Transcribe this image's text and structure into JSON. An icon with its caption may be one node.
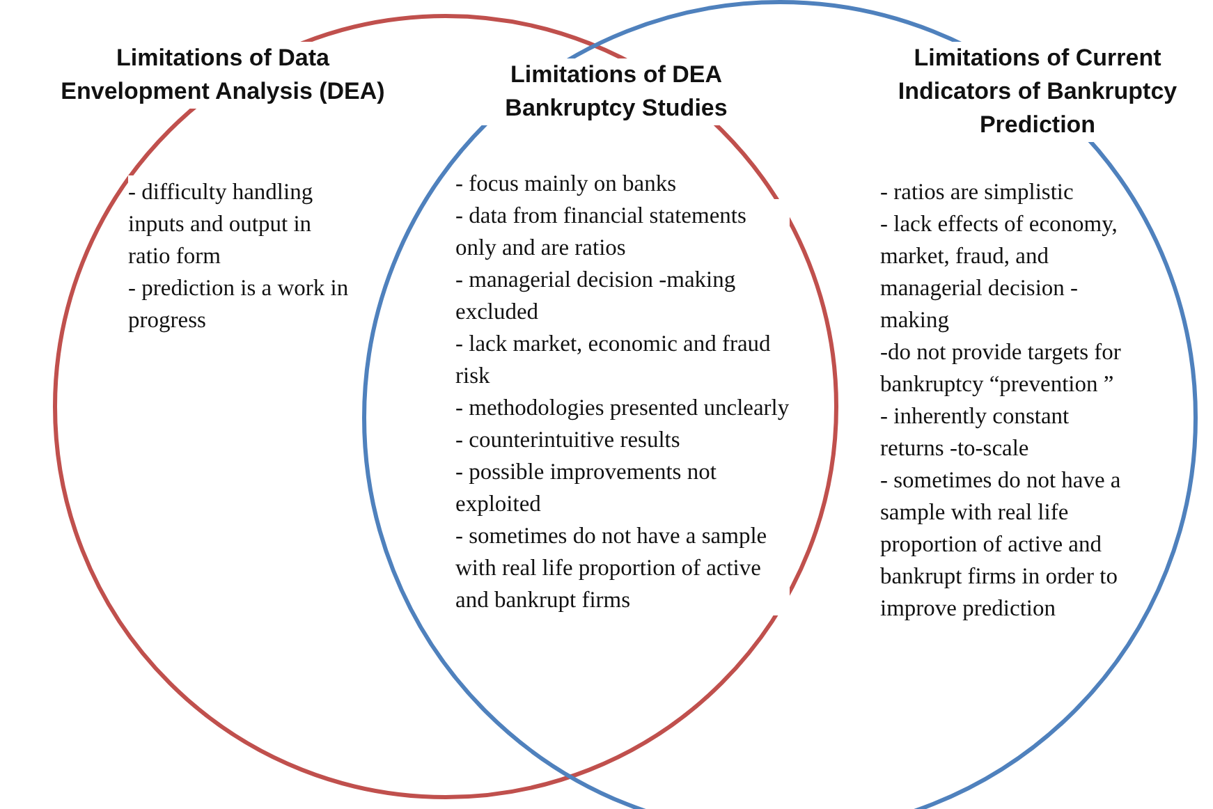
{
  "diagram": {
    "nodes": [
      {
        "text": [
          "Limitations of Data Envelopment Analysis (DEA)",
          "- difficulty handling inputs and output in ratio form",
          "- prediction is a work in progress"
        ]
      },
      {
        "text": [
          "Limitations of Current Indicators of Bankruptcy Prediction",
          "- ratios are simplistic",
          "- lack effects of economy, market, fraud, and managerial decision -making",
          "-do not provide targets for bankruptcy “prevention ”",
          "- inherently constant returns -to-scale",
          "- sometimes do not have a sample with real life proportion of active and bankrupt firms in order to improve prediction"
        ]
      },
      {
        "text": [
          "Limitations of DEA Bankruptcy Studies",
          "- focus mainly on banks",
          "- data from financial statements only and are ratios",
          "- managerial decision -making excluded",
          "- lack market, economic and fraud risk",
          "- methodologies presented unclearly",
          "- counterintuitive results",
          "- possible improvements not exploited",
          "- sometimes do not have a sample with real life proportion of active and bankrupt firms"
        ]
      }
    ]
  }
}
